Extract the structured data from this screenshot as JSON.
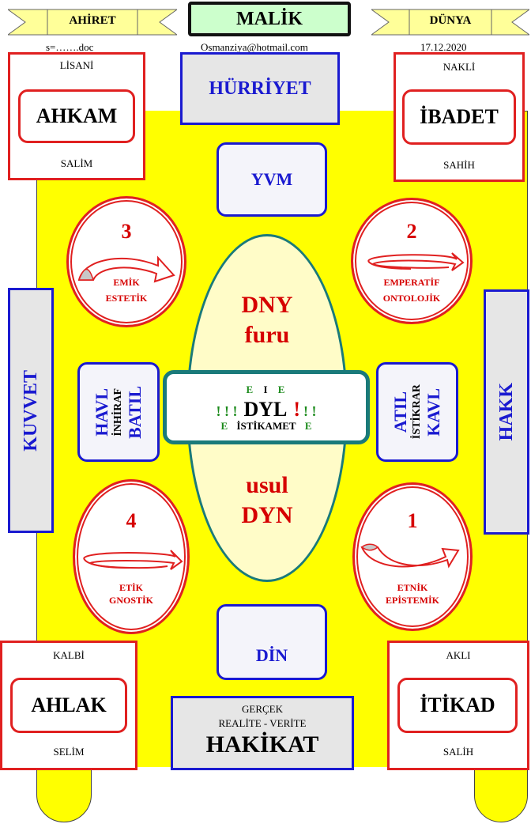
{
  "header": {
    "left_banner": "AHİRET",
    "center_title": "MALİK",
    "right_banner": "DÜNYA",
    "file_note": "s=…….doc",
    "email": "Osmanziya@hotmail.com",
    "date": "17.12.2020"
  },
  "corners": {
    "top_left": {
      "top": "LİSANİ",
      "main": "AHKAM",
      "bottom": "SALİM"
    },
    "top_right": {
      "top": "NAKLİ",
      "main": "İBADET",
      "bottom": "SAHİH"
    },
    "bottom_left": {
      "top": "KALBİ",
      "main": "AHLAK",
      "bottom": "SELİM"
    },
    "bottom_right": {
      "top": "AKLI",
      "main": "İTİKAD",
      "bottom": "SALİH"
    }
  },
  "top_box": "HÜRRİYET",
  "yvm_box": "YVM",
  "din_box": "DİN",
  "bottom_box": {
    "line1": "GERÇEK",
    "line2": "REALİTE - VERİTE",
    "main": "HAKİKAT"
  },
  "side_left": "KUVVET",
  "side_right": "HAKK",
  "ovals": {
    "top_left": {
      "number": "3",
      "line1": "EMİK",
      "line2": "ESTETİK"
    },
    "top_right": {
      "number": "2",
      "line1": "EMPERATİF",
      "line2": "ONTOLOJİK"
    },
    "bottom_left": {
      "number": "4",
      "line1": "ETİK",
      "line2": "GNOSTİK"
    },
    "bottom_right": {
      "number": "1",
      "line1": "ETNİK",
      "line2": "EPİSTEMİK"
    }
  },
  "center_oval": {
    "top_line1": "DNY",
    "top_line2": "furu",
    "bottom_line1": "usul",
    "bottom_line2": "DYN"
  },
  "center_box": {
    "row1_left": "E",
    "row1_mid": "I",
    "row1_right": "E",
    "marks_left": "! ! !",
    "main": "DYL",
    "mark_right_big": "!",
    "marks_right": "! !",
    "row3_left": "E",
    "row3_mid": "İSTİKAMET",
    "row3_right": "E"
  },
  "left_inner": {
    "col1": "HAVL",
    "col2": "İNHİRAF",
    "col3": "BATIL"
  },
  "right_inner": {
    "col1": "ATIL",
    "col2": "İSTİKRAR",
    "col3": "KAVL"
  },
  "colors": {
    "yellow": "#ffff00",
    "red": "#e02020",
    "blue": "#1a1ad0",
    "teal": "#1a7a7a",
    "pale": "#fffcc8",
    "box_bg": "#f4f4fa",
    "gray_bg": "#e6e6e6"
  }
}
